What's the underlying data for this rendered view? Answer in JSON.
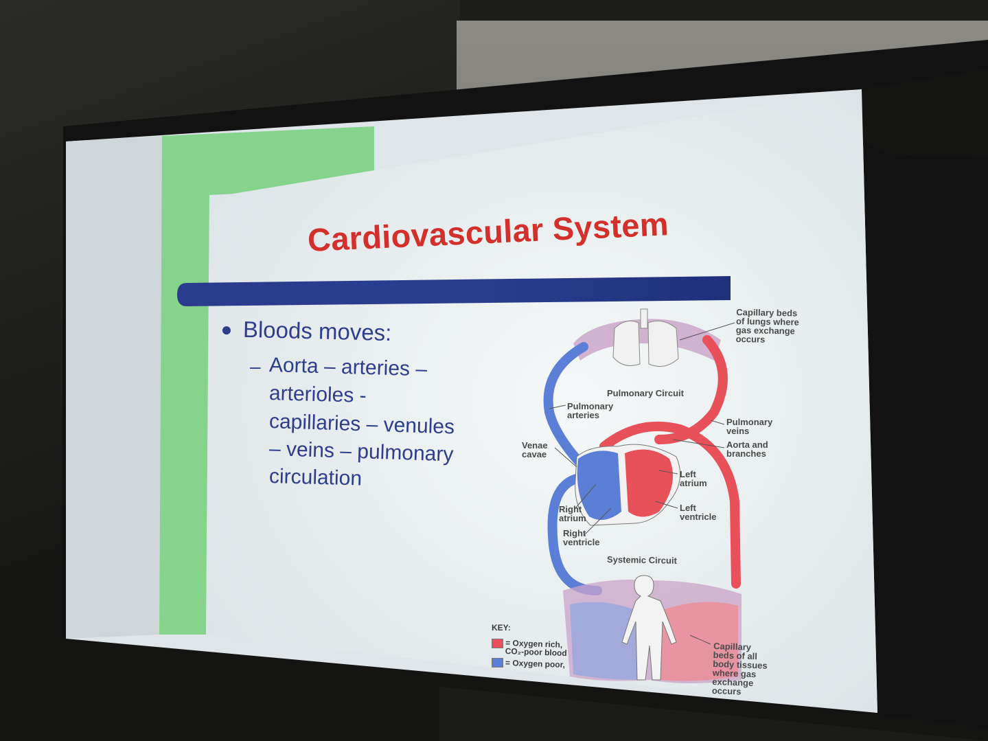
{
  "slide": {
    "title": "Cardiovascular System",
    "bullet": "Bloods moves:",
    "sub_dash": "–",
    "sub_lines": [
      "Aorta – arteries –",
      "arterioles -",
      "capillaries – venules",
      "– veins – pulmonary",
      "circulation"
    ]
  },
  "diagram": {
    "labels": {
      "capillary_lungs": "Capillary beds\nof lungs where\ngas exchange\noccurs",
      "pulmonary_circuit": "Pulmonary Circuit",
      "pulmonary_arteries": "Pulmonary\narteries",
      "pulmonary_veins": "Pulmonary\nveins",
      "aorta": "Aorta and\nbranches",
      "venae_cavae": "Venae\ncavae",
      "left_atrium": "Left\natrium",
      "left_ventricle": "Left\nventricle",
      "right_atrium": "Right\natrium",
      "right_ventricle": "Right\nventricle",
      "systemic_circuit": "Systemic Circuit",
      "capillary_body": "Capillary\nbeds of all\nbody tissues\nwhere gas\nexchange\noccurs"
    },
    "key": {
      "title": "KEY:",
      "oxygen_rich": "= Oxygen rich,\nCO₂-poor blood",
      "oxygen_poor": "= Oxygen poor,"
    },
    "colors": {
      "oxygen_rich": "#e8505a",
      "oxygen_poor": "#5b7fd6",
      "title_red": "#d3302c",
      "text_blue": "#2c3e8c",
      "green_band": "#86d48c",
      "bar_navy": "#25358a"
    }
  }
}
